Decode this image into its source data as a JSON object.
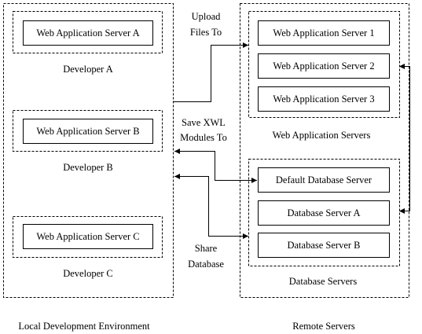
{
  "local": {
    "title": "Local Development Environment",
    "developers": [
      {
        "server": "Web Application Server A",
        "name": "Developer A"
      },
      {
        "server": "Web Application Server B",
        "name": "Developer B"
      },
      {
        "server": "Web Application Server C",
        "name": "Developer C"
      }
    ]
  },
  "remote": {
    "title": "Remote Servers",
    "web_group": {
      "title": "Web Application Servers",
      "servers": [
        "Web Application Server 1",
        "Web Application Server 2",
        "Web Application Server 3"
      ]
    },
    "db_group": {
      "title": "Database Servers",
      "servers": [
        "Default Database Server",
        "Database Server A",
        "Database Server B"
      ]
    }
  },
  "connections": {
    "upload": [
      "Upload",
      "Files To"
    ],
    "save": [
      "Save XWL",
      "Modules To"
    ],
    "share": [
      "Share",
      "Database"
    ]
  }
}
